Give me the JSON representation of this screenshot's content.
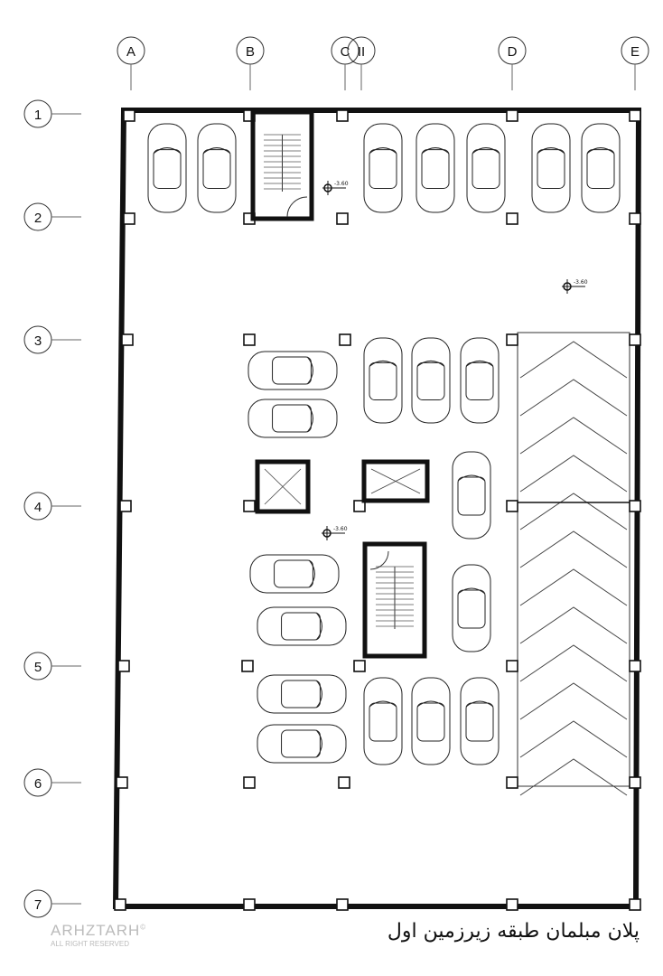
{
  "grid": {
    "columns": [
      "A",
      "B",
      "C",
      "II",
      "D",
      "E"
    ],
    "rows": [
      "1",
      "2",
      "3",
      "4",
      "5",
      "6",
      "7"
    ]
  },
  "elevation_marks": [
    "-3.60",
    "-3.60",
    "-3.60"
  ],
  "title": "پلان مبلمان طبقه زیرزمین اول",
  "watermark": {
    "brand": "ARHZTARH",
    "rights": "ALL RIGHT RESERVED",
    "symbol": "©"
  },
  "colors": {
    "line": "#111111",
    "background": "#ffffff"
  }
}
